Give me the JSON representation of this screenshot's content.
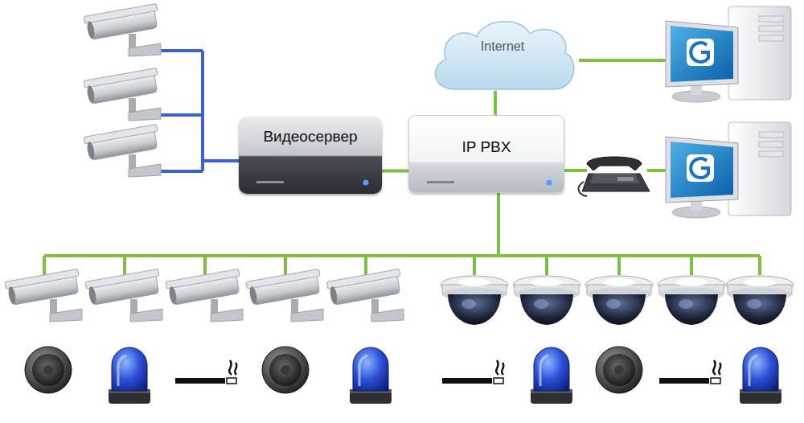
{
  "diagram": {
    "nodes": [
      {
        "text": [
          "Internet"
        ]
      },
      {
        "text": [
          "Видеосервер"
        ]
      },
      {
        "text": [
          "IP PBX"
        ]
      }
    ],
    "edges": [
      {
        "from": 1,
        "to": 2,
        "arrow": "none"
      },
      {
        "from": 0,
        "to": 2,
        "arrow": "none"
      }
    ]
  }
}
